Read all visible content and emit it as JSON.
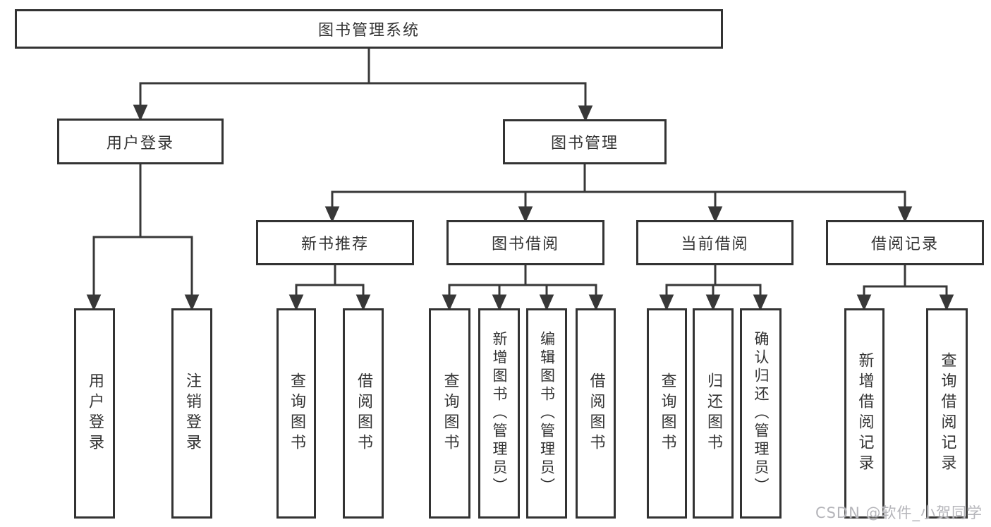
{
  "diagram": {
    "root": {
      "label": "图书管理系统"
    },
    "level2": [
      {
        "label": "用户登录"
      },
      {
        "label": "图书管理"
      }
    ],
    "level3": [
      {
        "label": "新书推荐"
      },
      {
        "label": "图书借阅"
      },
      {
        "label": "当前借阅"
      },
      {
        "label": "借阅记录"
      }
    ],
    "leaves": {
      "user_login": [
        "用户登录",
        "注销登录"
      ],
      "new_book": [
        "查询图书",
        "借阅图书"
      ],
      "book_borrow": [
        "查询图书",
        "新增图书（管理员）",
        "编辑图书（管理员）",
        "借阅图书"
      ],
      "current_borrow": [
        "查询图书",
        "归还图书",
        "确认归还（管理员）"
      ],
      "borrow_records": [
        "新增借阅记录",
        "查询借阅记录"
      ]
    }
  },
  "watermark": "CSDN @软件_小贺同学",
  "colors": {
    "line": "#383838",
    "text": "#333333",
    "background": "#ffffff",
    "watermark": "#b5b5ba"
  }
}
